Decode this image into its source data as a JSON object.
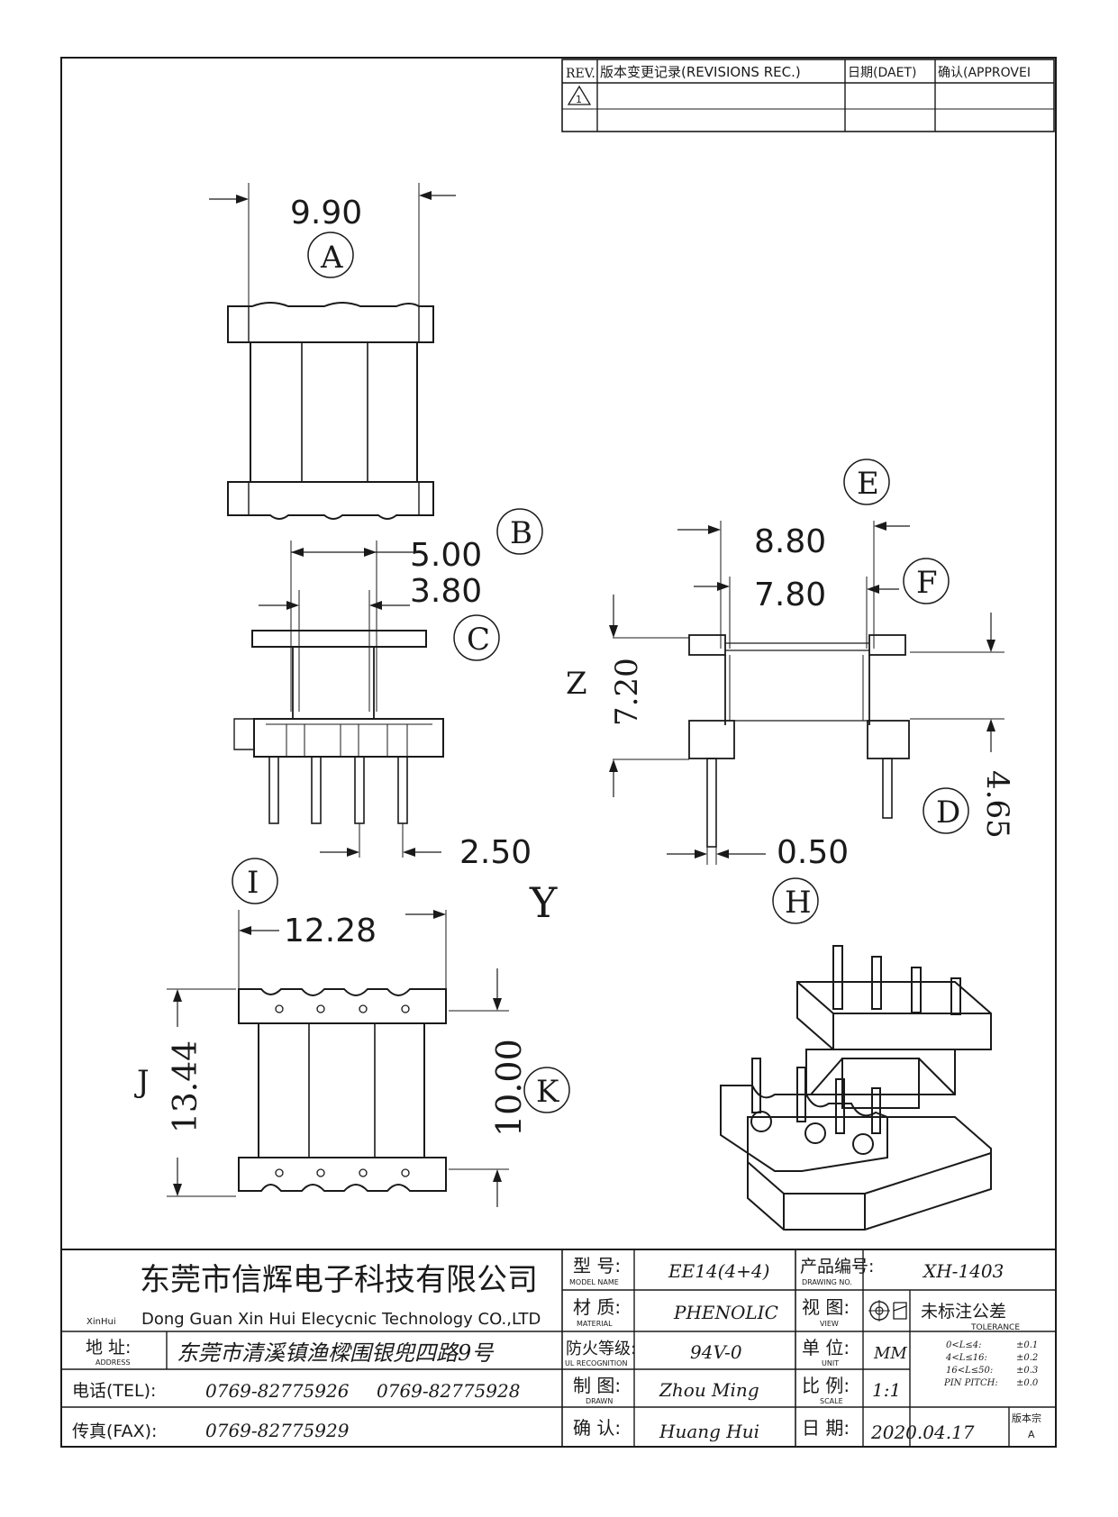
{
  "revision_block": {
    "rev_header": "REV.",
    "records_header": "版本变更记录(REVISIONS REC.)",
    "date_header": "日期(DAET)",
    "approve_header": "确认(APPROVEI",
    "rev_mark": "1"
  },
  "dimensions": {
    "A": {
      "letter": "A",
      "value": "9.90"
    },
    "B": {
      "letter": "B",
      "value": "5.00"
    },
    "C": {
      "letter": "C",
      "value": "3.80"
    },
    "pin_pitch": "2.50",
    "D": {
      "letter": "D",
      "value": "4.65"
    },
    "E": {
      "letter": "E",
      "value": "8.80"
    },
    "F": {
      "letter": "F",
      "value": "7.80"
    },
    "H": {
      "letter": "H",
      "value": "0.50"
    },
    "Z": {
      "letter": "Z",
      "value": "7.20"
    },
    "I": {
      "letter": "I",
      "value": "12.28"
    },
    "J": {
      "letter": "J",
      "value": "13.44"
    },
    "K": {
      "letter": "K",
      "value": "10.00"
    },
    "Y": {
      "letter": "Y"
    }
  },
  "title_block": {
    "company_cn": "东莞市信辉电子科技有限公司",
    "company_en": "Dong Guan Xin Hui Elecycnic Technology CO.,LTD",
    "company_short": "XinHui",
    "address_label": "地 址:",
    "address_label_en": "ADDRESS",
    "address_value": "东莞市清溪镇渔樑围银兜四路9号",
    "tel_label": "电话(TEL):",
    "tel_value_1": "0769-82775926",
    "tel_value_2": "0769-82775928",
    "fax_label": "传真(FAX):",
    "fax_value": "0769-82775929",
    "model_label": "型 号:",
    "model_label_en": "MODEL NAME",
    "model_value": "EE14(4+4)",
    "material_label": "材 质:",
    "material_label_en": "MATERIAL",
    "material_value": "PHENOLIC",
    "ul_label": "防火等级:",
    "ul_label_en": "UL RECOGNITION",
    "ul_value": "94V-0",
    "drawn_label": "制 图:",
    "drawn_label_en": "DRAWN",
    "drawn_value": "Zhou Ming",
    "check_label": "确 认:",
    "check_value": "Huang Hui",
    "drawing_no_label": "产品编号:",
    "drawing_no_label_en": "DRAWING NO.",
    "drawing_no_value": "XH-1403",
    "view_label": "视 图:",
    "view_label_en": "VIEW",
    "unit_label": "单 位:",
    "unit_label_en": "UNIT",
    "unit_value": "MM",
    "scale_label": "比 例:",
    "scale_label_en": "SCALE",
    "scale_value": "1:1",
    "date_label": "日 期:",
    "date_value": "2020.04.17",
    "tolerance_label": "未标注公差",
    "tolerance_label_en": "TOLERANCE",
    "tolerance_rows": [
      {
        "range": "0<L≤4:",
        "tol": "±0.1"
      },
      {
        "range": "4<L≤16:",
        "tol": "±0.2"
      },
      {
        "range": "16<L≤50:",
        "tol": "±0.3"
      },
      {
        "range": "PIN PITCH:",
        "tol": "±0.0"
      }
    ],
    "version_label": "版本宗",
    "version_value": "A"
  }
}
